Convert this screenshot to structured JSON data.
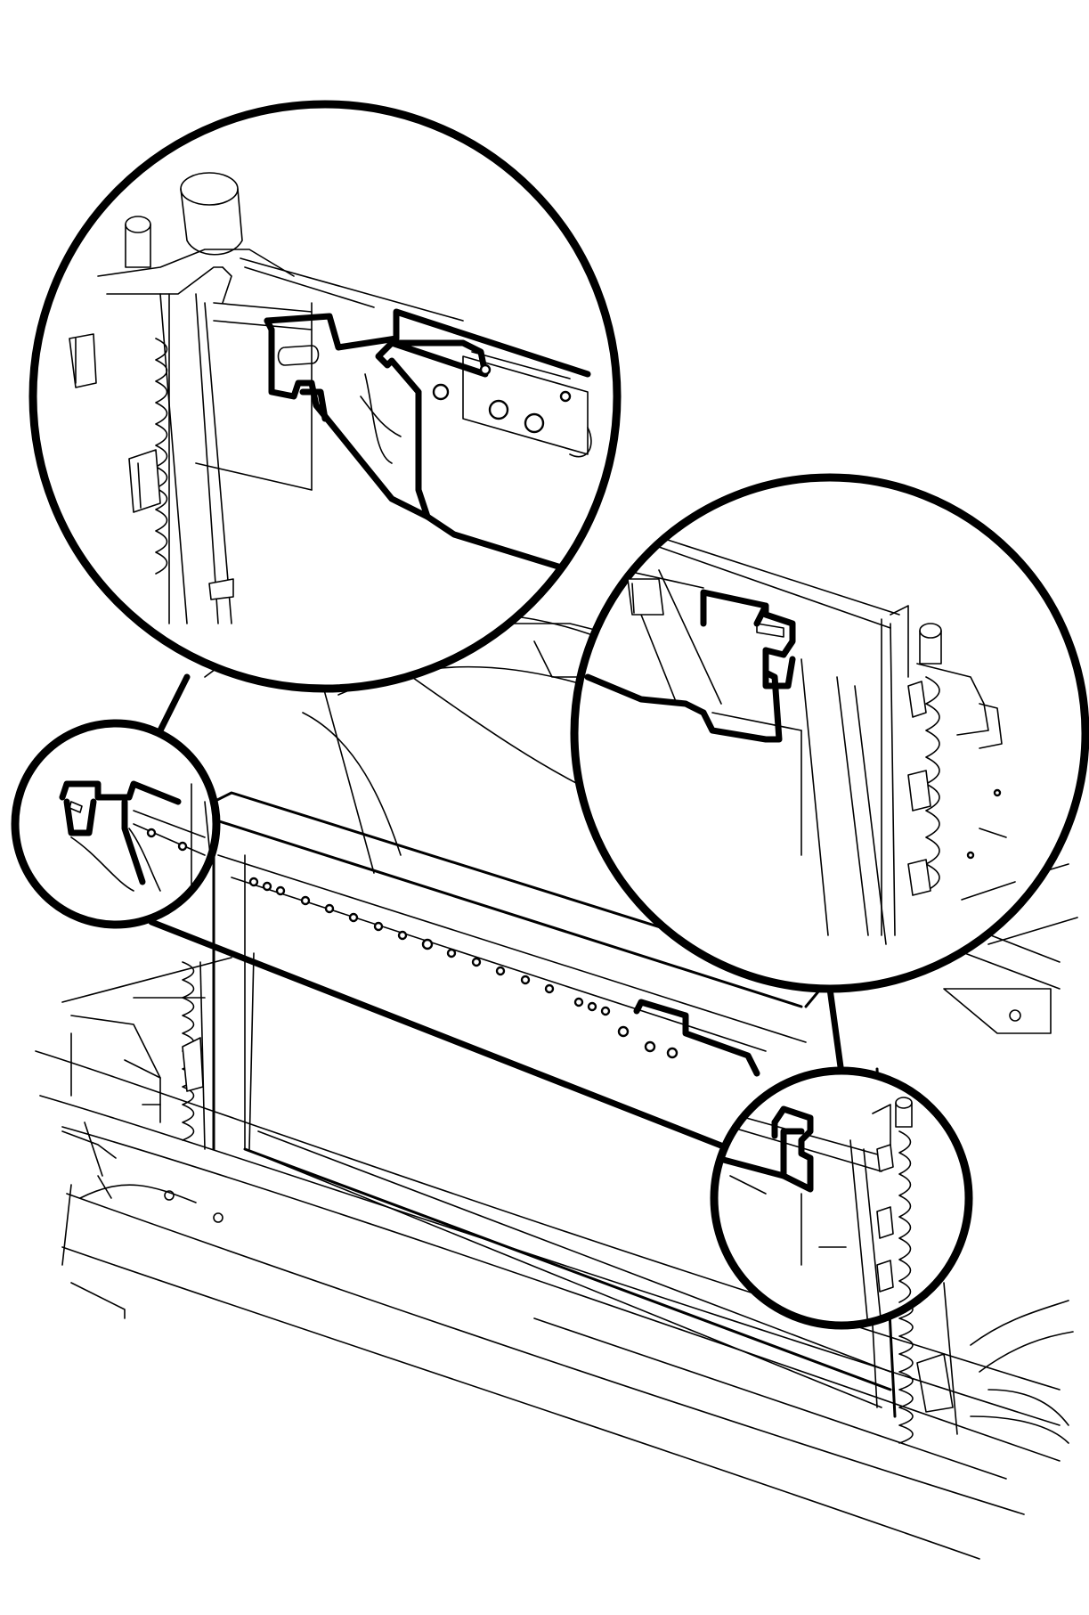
{
  "diagram": {
    "kind": "exploded-line-drawing",
    "subject": "radiator-mounting-brackets",
    "callouts": [
      {
        "name": "upper-left-bracket-detail",
        "magnified": true
      },
      {
        "name": "upper-left-bracket-locator",
        "magnified": false
      },
      {
        "name": "upper-right-bracket-detail",
        "magnified": true
      },
      {
        "name": "lower-right-bracket-locator",
        "magnified": false
      }
    ],
    "colors": {
      "line": "#000000",
      "background": "#ffffff"
    }
  }
}
